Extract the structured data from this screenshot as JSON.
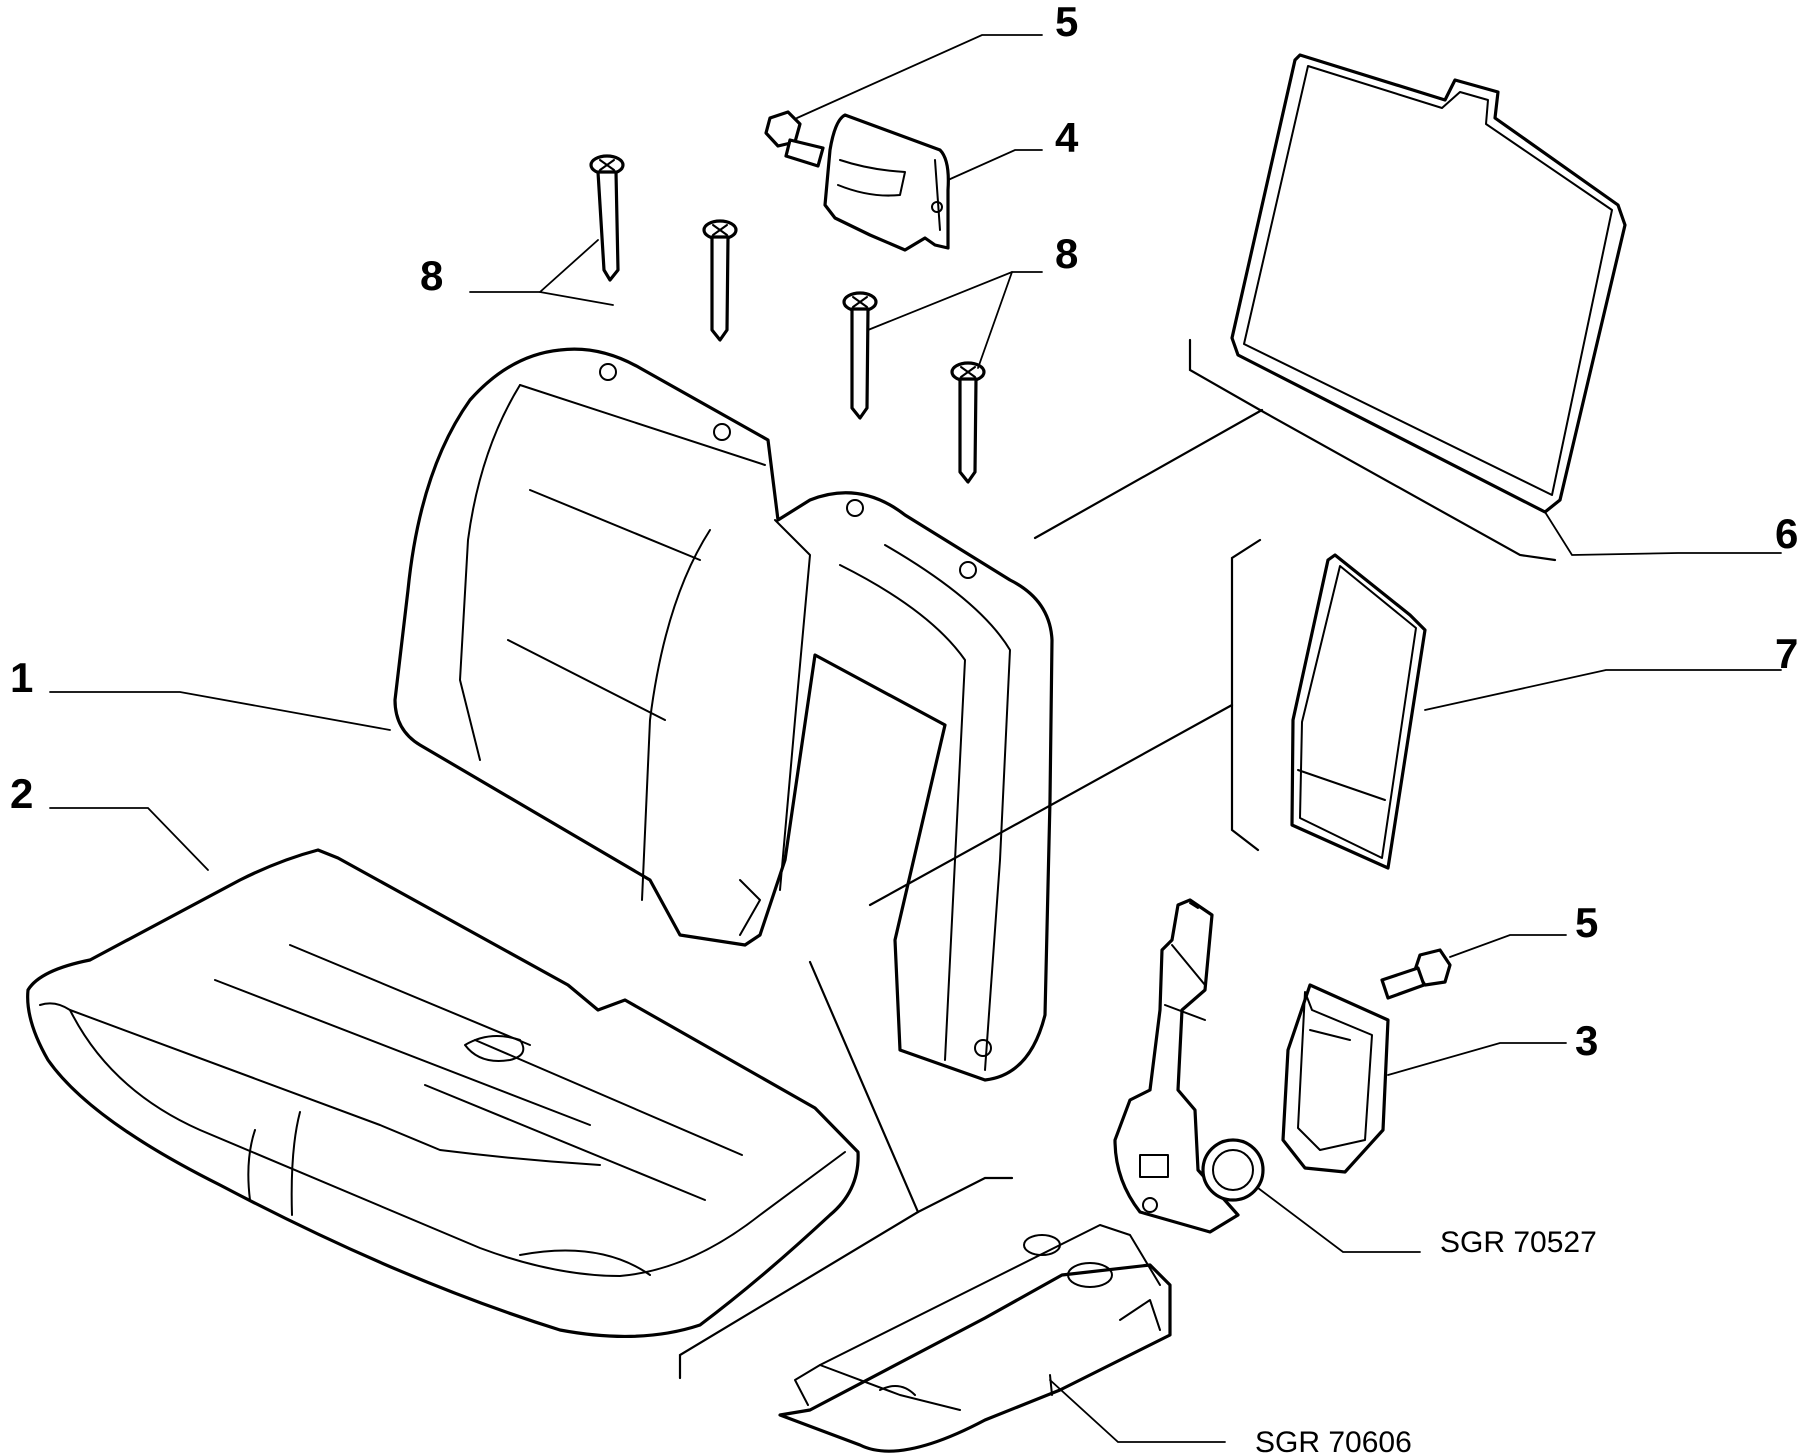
{
  "diagram": {
    "callouts": {
      "c1": "1",
      "c2": "2",
      "c3": "3",
      "c4": "4",
      "c5a": "5",
      "c5b": "5",
      "c6": "6",
      "c7": "7",
      "c8a": "8",
      "c8b": "8"
    },
    "references": {
      "belt": "SGR 70527",
      "armrest": "SGR 70606"
    },
    "colors": {
      "line": "#000000",
      "background": "#ffffff"
    }
  }
}
